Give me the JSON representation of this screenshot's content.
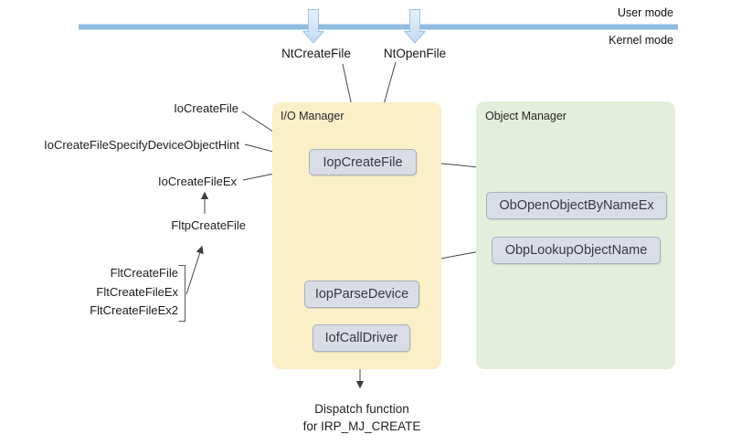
{
  "title_implicit": "Windows file-create call flow",
  "modes": {
    "user": "User mode",
    "kernel": "Kernel mode"
  },
  "syscalls": {
    "nt_create_file": "NtCreateFile",
    "nt_open_file": "NtOpenFile"
  },
  "left_labels": {
    "io_create_file": "IoCreateFile",
    "io_create_file_specify": "IoCreateFileSpecifyDeviceObjectHint",
    "io_create_file_ex": "IoCreateFileEx",
    "fltp_create_file": "FltpCreateFile",
    "flt_group": [
      "FltCreateFile",
      "FltCreateFileEx",
      "FltCreateFileEx2"
    ]
  },
  "io_manager": {
    "title": "I/O Manager",
    "nodes": {
      "iop_create_file": "IopCreateFile",
      "iop_parse_device": "IopParseDevice",
      "iof_call_driver": "IofCallDriver"
    }
  },
  "object_manager": {
    "title": "Object Manager",
    "nodes": {
      "ob_open_object_by_name_ex": "ObOpenObjectByNameEx",
      "obp_lookup_object_name": "ObpLookupObjectName"
    }
  },
  "dispatch": {
    "line1": "Dispatch function",
    "line2": "for IRP_MJ_CREATE"
  },
  "colors": {
    "mode_divider_bar": "#8FBBE1",
    "block_arrow_fill_top": "#E6F0FA",
    "block_arrow_fill_bottom": "#C2DBF0",
    "block_arrow_border": "#9DC3E6",
    "io_manager_bg": "#FBEFC8",
    "object_manager_bg": "#E4EFDB",
    "node_bg": "#D8DDE6",
    "node_border": "#A9AFBC",
    "connector": "#404040"
  }
}
